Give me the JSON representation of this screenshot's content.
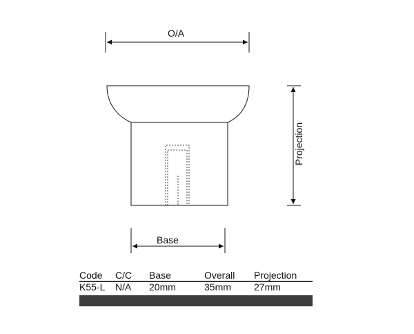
{
  "dimensions": {
    "overall_label": "O/A",
    "projection_label": "Projection",
    "base_label": "Base"
  },
  "spec_table": {
    "headers": [
      "Code",
      "C/C",
      "Base",
      "Overall",
      "Projection"
    ],
    "rows": [
      [
        "K55-L",
        "N/A",
        "20mm",
        "35mm",
        "27mm"
      ]
    ]
  },
  "colors": {
    "line": "#111111",
    "table_bar": "#3c3c3c"
  }
}
